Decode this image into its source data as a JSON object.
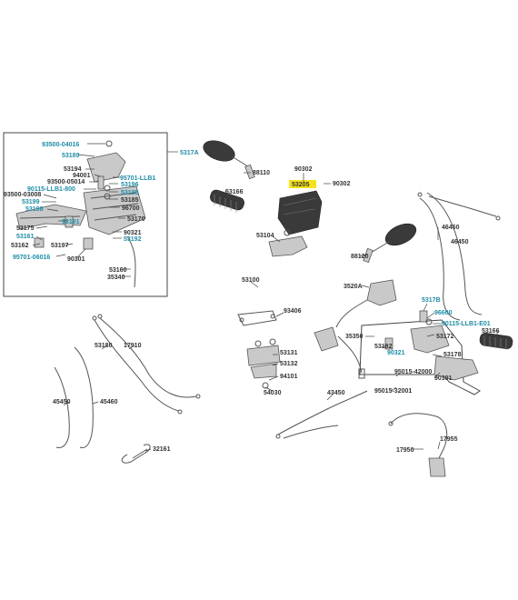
{
  "colors": {
    "label_teal": "#1e8da6",
    "label_dark": "#333333",
    "highlight": "#f5e21a",
    "line": "#444444"
  },
  "labels": {
    "l93500_04016": "93500-04016",
    "l53189": "53189",
    "l53194": "53194",
    "l94001": "94001",
    "l95701_llb1": "95701-LLB1",
    "l93500_05014": "93500-05014",
    "l53196": "53196",
    "l90115_llb1_800": "90115-LLB1-800",
    "l53195": "53195",
    "l93500_03008": "93500-03008",
    "l53185": "53185",
    "l53199": "53199",
    "l96700": "96700",
    "l53198": "53198",
    "l53170": "53170",
    "l93191": "93191",
    "l53175": "53175",
    "l90321_a": "90321",
    "l53161": "53161",
    "l53192": "53192",
    "l53162": "53162",
    "l53197": "53197",
    "l95701_06016": "95701-06016",
    "l90301_a": "90301",
    "l53160": "53160",
    "l35340": "35340",
    "l5317a": "5317A",
    "l88110": "88110",
    "l90302_a": "90302",
    "l53205": "53205",
    "l90302_b": "90302",
    "l53166_a": "53166",
    "l53104": "53104",
    "l46460": "46460",
    "l46450": "46450",
    "l88120": "88120",
    "l53100": "53100",
    "l3520a": "3520A",
    "l5317b": "5317B",
    "l93406": "93406",
    "l96600": "96600",
    "l90115_llb1_e01": "90115-LLB1-E01",
    "l53180": "53180",
    "l17910": "17910",
    "l35350": "35350",
    "l53182": "53182",
    "l53172": "53172",
    "l53166_b": "53166",
    "l53131": "53131",
    "l90321_b": "90321",
    "l53132": "53132",
    "l53178": "53178",
    "l94101": "94101",
    "l95015_42000": "95015-42000",
    "l90301_b": "90301",
    "l54030": "54030",
    "l45450": "45450",
    "l45460": "45460",
    "l43450": "43450",
    "l95015_32001": "95015-32001",
    "l32161": "32161",
    "l17950": "17950",
    "l17955": "17955"
  }
}
